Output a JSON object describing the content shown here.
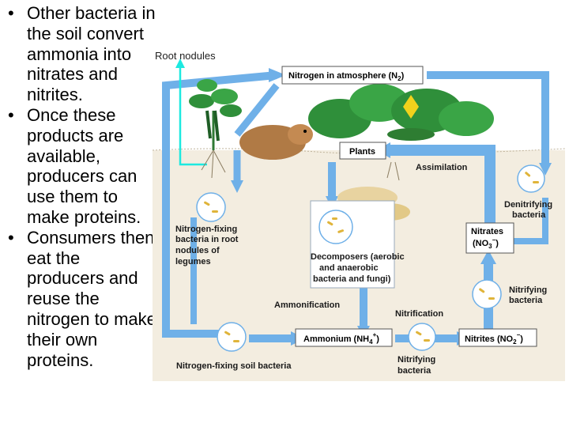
{
  "bullets": [
    {
      "text": "Other bacteria in the soil convert ammonia into nitrates and nitrites."
    },
    {
      "text": "Once these products are available, producers can use them to make proteins."
    },
    {
      "text": "Consumers then eat the producers and reuse the nitrogen to make their own proteins."
    }
  ],
  "bullet_symbol": "•",
  "diagram": {
    "root_nodules": "Root nodules",
    "atmosphere": "Nitrogen in atmosphere (N",
    "atmosphere_sub": "2",
    "atmosphere_end": ")",
    "plants": "Plants",
    "assimilation": "Assimilation",
    "denitrifying_1": "Denitrifying",
    "denitrifying_2": "bacteria",
    "nitrates_1": "Nitrates",
    "nitrates_2": "(NO",
    "nitrates_sub": "3",
    "nitrates_sup": "−",
    "nitrates_end": ")",
    "nfix_root_1": "Nitrogen-fixing",
    "nfix_root_2": "bacteria in root",
    "nfix_root_3": "nodules of",
    "nfix_root_4": "legumes",
    "decomposers_1": "Decomposers (aerobic",
    "decomposers_2": "and anaerobic",
    "decomposers_3": "bacteria and fungi)",
    "nitrifying_1": "Nitrifying",
    "nitrifying_2": "bacteria",
    "ammonification": "Ammonification",
    "nitrification": "Nitrification",
    "ammonium": "Ammonium (NH",
    "ammonium_sub": "4",
    "ammonium_sup": "+",
    "ammonium_end": ")",
    "nitrites": "Nitrites (NO",
    "nitrites_sub": "2",
    "nitrites_sup": "−",
    "nitrites_end": ")",
    "nfix_soil": "Nitrogen-fixing soil bacteria",
    "nitrifying_b_1": "Nitrifying",
    "nitrifying_b_2": "bacteria"
  },
  "colors": {
    "arrow": "#6fb0e8",
    "soil": "#f3ede0",
    "leaf": "#2f8f3a",
    "highlight_arrow": "#1de9e0"
  }
}
